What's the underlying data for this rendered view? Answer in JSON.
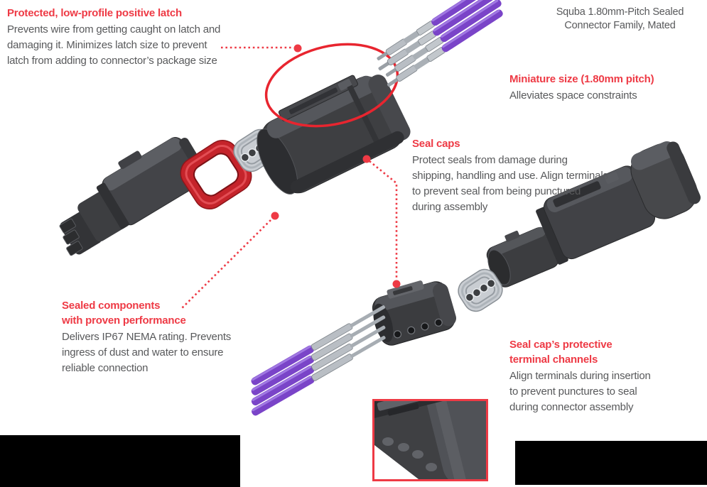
{
  "colors": {
    "accent_red": "#ee3a45",
    "highlight_red": "#e8252f",
    "seal_ring_red": "#c5242b",
    "text_gray": "#58595b",
    "wire_purple": "#7a44c8",
    "connector_dark": "#3d3e41",
    "seal_cap_gray": "#c9cdd2"
  },
  "header": {
    "product_title": "Squba 1.80mm-Pitch Sealed\nConnector Family, Mated"
  },
  "callouts": {
    "latch": {
      "heading": "Protected, low-profile positive latch",
      "body": "Prevents wire from getting caught on latch and\ndamaging it. Minimizes latch size to prevent\nlatch from adding to connector’s package size"
    },
    "miniature": {
      "heading": "Miniature size (1.80mm pitch)",
      "body": "Alleviates space constraints"
    },
    "seal_caps": {
      "heading": "Seal caps",
      "body": "Protect seals from damage during\nshipping, handling and use. Align terminals\nto prevent seal from being punctured\nduring assembly"
    },
    "sealed_components": {
      "heading": "Sealed components\nwith proven performance",
      "body": "Delivers IP67 NEMA rating. Prevents\ningress of dust and water to ensure\nreliable connection"
    },
    "terminal_channels": {
      "heading": "Seal cap’s protective\nterminal channels",
      "body": "Align terminals during insertion\nto prevent punctures to seal\nduring connector assembly"
    }
  }
}
